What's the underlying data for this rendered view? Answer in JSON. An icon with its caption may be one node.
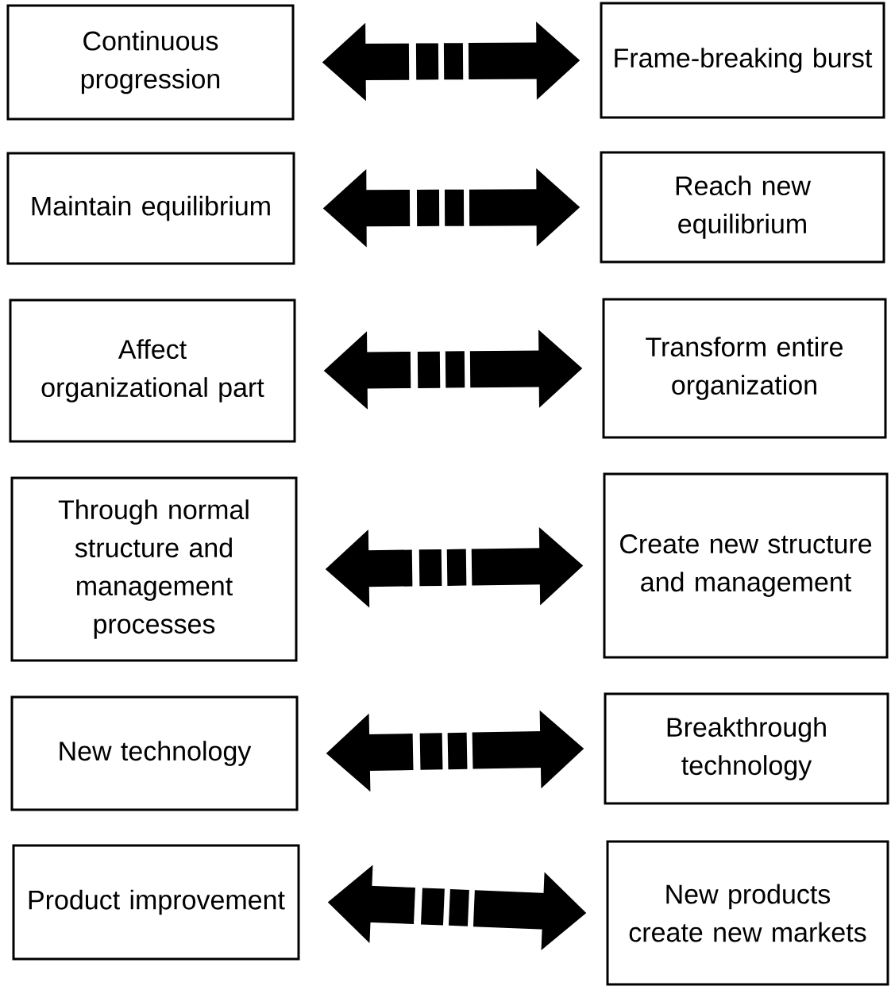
{
  "diagram": {
    "nodes": [
      {
        "text": [
          "Continuous progression"
        ]
      },
      {
        "text": [
          "Frame-breaking burst"
        ]
      },
      {
        "text": [
          "Maintain equilibrium"
        ]
      },
      {
        "text": [
          "Reach new equilibrium"
        ]
      },
      {
        "text": [
          "Affect organizational part"
        ]
      },
      {
        "text": [
          "Transform entire organization"
        ]
      },
      {
        "text": [
          "Through normal structure and management processes"
        ]
      },
      {
        "text": [
          "Create new structure and management"
        ]
      },
      {
        "text": [
          "New technology"
        ]
      },
      {
        "text": [
          "Breakthrough technology"
        ]
      },
      {
        "text": [
          "Product improvement"
        ]
      },
      {
        "text": [
          "New products create new markets"
        ]
      }
    ],
    "edges": [
      {
        "from": 0,
        "to": 1,
        "arrow": "both",
        "style": "dashed"
      },
      {
        "from": 2,
        "to": 3,
        "arrow": "both",
        "style": "dashed"
      },
      {
        "from": 4,
        "to": 5,
        "arrow": "both",
        "style": "dashed"
      },
      {
        "from": 6,
        "to": 7,
        "arrow": "both",
        "style": "dashed"
      },
      {
        "from": 8,
        "to": 9,
        "arrow": "both",
        "style": "dashed"
      },
      {
        "from": 10,
        "to": 11,
        "arrow": "both",
        "style": "dashed"
      }
    ]
  }
}
